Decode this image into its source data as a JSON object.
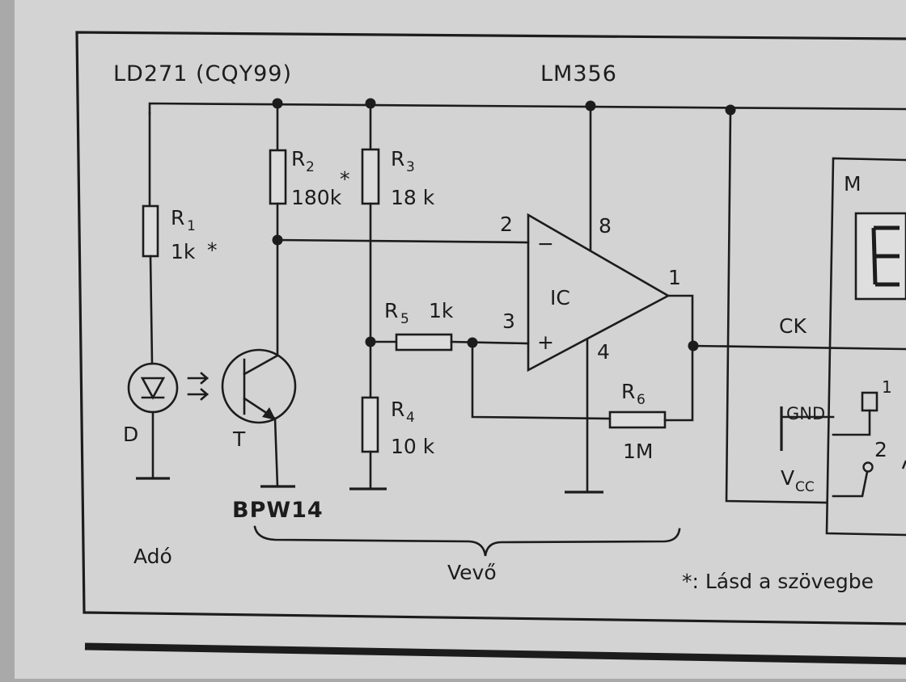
{
  "labels": {
    "led_part": "LD271 (CQY99)",
    "opamp_part": "LM356",
    "r1_name": "R",
    "r1_sub": "1",
    "r1_value": "1k",
    "r1_mark": "*",
    "r2_name": "R",
    "r2_sub": "2",
    "r2_value": "180k",
    "r2_mark": "*",
    "r3_name": "R",
    "r3_sub": "3",
    "r3_value": "18 k",
    "r4_name": "R",
    "r4_sub": "4",
    "r4_value": "10 k",
    "r5_name": "R",
    "r5_sub": "5",
    "r5_value": "1k",
    "r6_name": "R",
    "r6_sub": "6",
    "r6_value": "1M",
    "pin2": "2",
    "pin3": "3",
    "pin8": "8",
    "pin4": "4",
    "pin1": "1",
    "pin_minus": "−",
    "pin_plus": "+",
    "ic": "IC",
    "diode": "D",
    "transistor": "T",
    "phototransistor_part": "BPW14",
    "transmitter": "Adó",
    "receiver": "Vevő",
    "ck": "CK",
    "module": "M",
    "gnd": "GND",
    "vcc": "V",
    "vcc_sub": "CC",
    "switch1": "1",
    "switch2": "2",
    "footnote": "*: Lásd a szövegbe"
  }
}
